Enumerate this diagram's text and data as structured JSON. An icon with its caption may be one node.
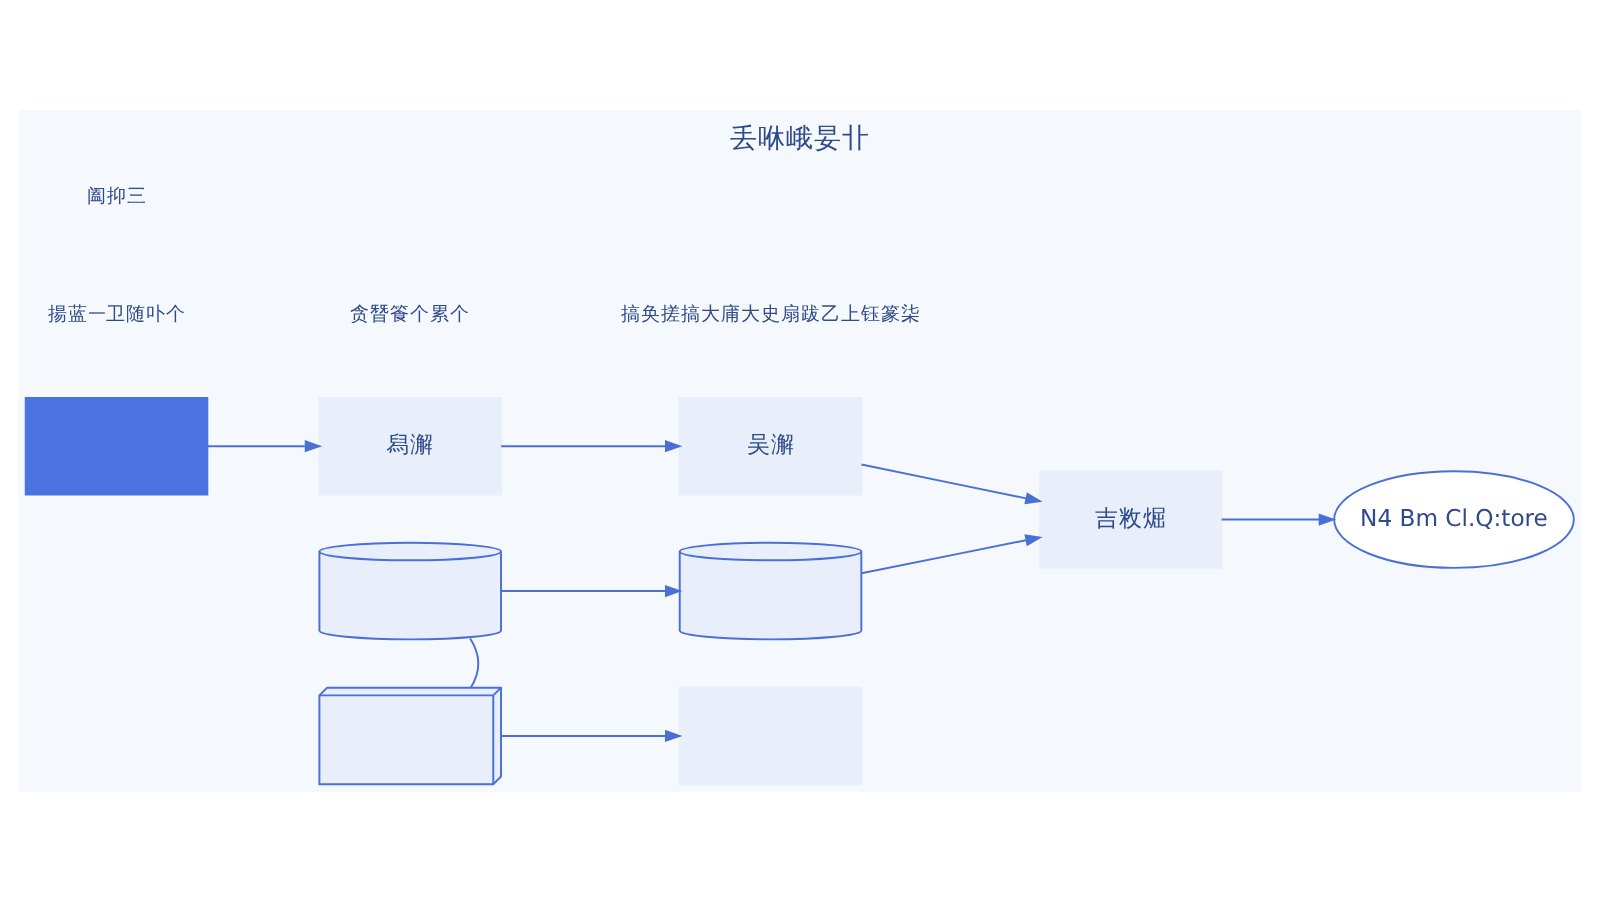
{
  "diagram": {
    "title": "丢咻峨妟卝",
    "nodes": [
      {
        "text": [],
        "shape": "box"
      },
      {
        "text": [
          "舄澥"
        ]
      },
      {
        "text": [],
        "shape": "cylinder"
      },
      {
        "text": [],
        "shape": "picture"
      },
      {
        "text": [
          "吴澥"
        ]
      },
      {
        "text": [],
        "shape": "cylinder"
      },
      {
        "text": [],
        "shape": "box"
      },
      {
        "text": [
          "吉敉煀"
        ]
      },
      {
        "text": [
          "N4 Bm Cl.Q:tore"
        ]
      }
    ],
    "edges": [
      {
        "from": 0,
        "to": 1,
        "arrow": "to"
      },
      {
        "from": 1,
        "to": 4,
        "arrow": "to"
      },
      {
        "from": 2,
        "to": 5,
        "arrow": "to"
      },
      {
        "from": 2,
        "to": 3,
        "arrow": "none"
      },
      {
        "from": 3,
        "to": 6,
        "arrow": "to"
      },
      {
        "from": 4,
        "to": 7,
        "arrow": "to"
      },
      {
        "from": 5,
        "to": 7,
        "arrow": "to"
      },
      {
        "from": 7,
        "to": 8,
        "arrow": "to"
      }
    ],
    "labels": [
      "揚蓝ᅳ卫随卟个",
      "贪朁篒个累个",
      "搞奂搓搞大庯大史扇跋乙上钰篆柒",
      "阖抑三"
    ]
  }
}
